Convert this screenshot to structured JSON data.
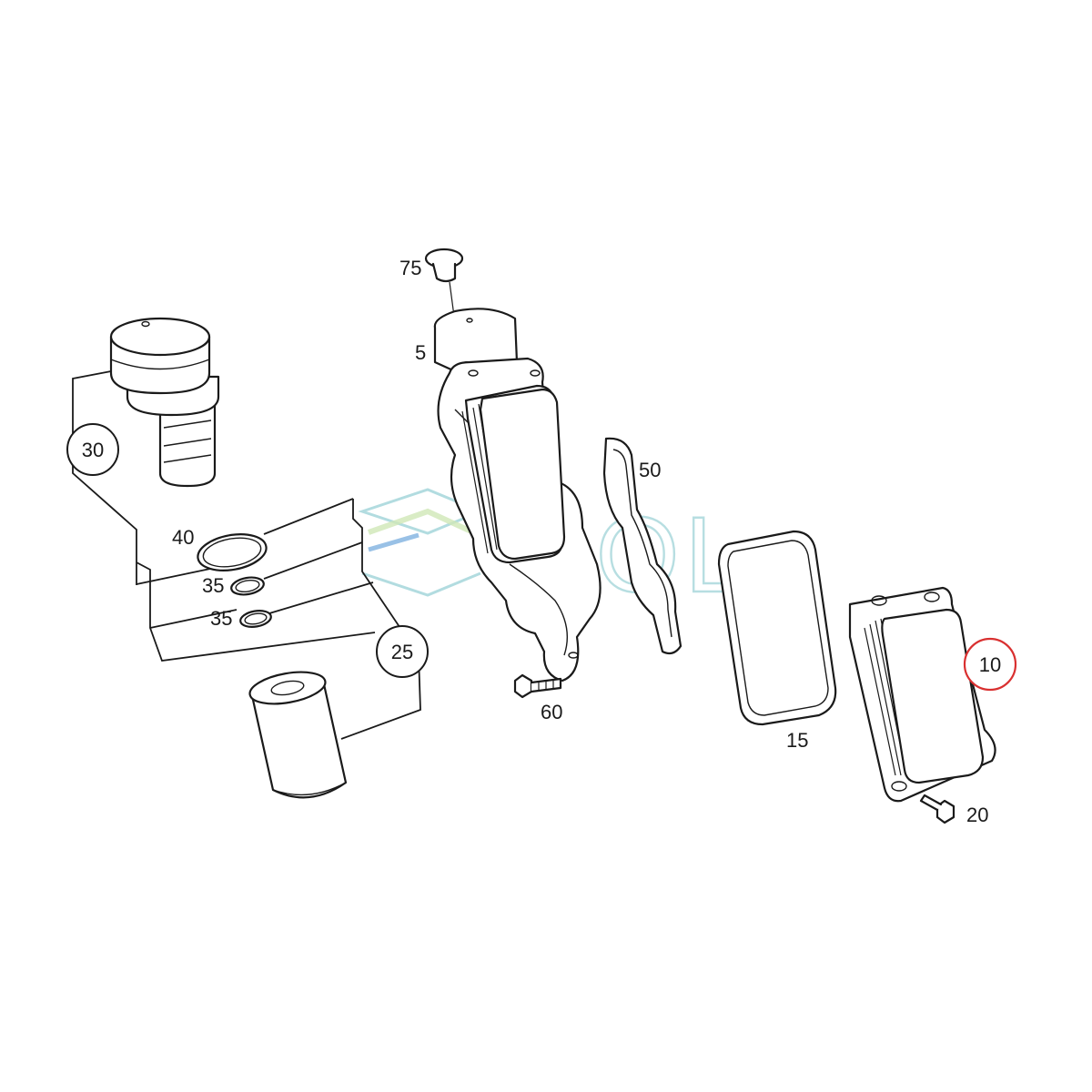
{
  "diagram": {
    "callouts": [
      {
        "id": "75",
        "circled": false
      },
      {
        "id": "5",
        "circled": false
      },
      {
        "id": "30",
        "circled": true
      },
      {
        "id": "50",
        "circled": false
      },
      {
        "id": "40",
        "circled": false
      },
      {
        "id": "35a",
        "text": "35",
        "circled": false
      },
      {
        "id": "35b",
        "text": "35",
        "circled": false
      },
      {
        "id": "25",
        "circled": true
      },
      {
        "id": "10",
        "circled": true,
        "highlight_color": "#d93030"
      },
      {
        "id": "60",
        "circled": false
      },
      {
        "id": "15",
        "circled": false
      },
      {
        "id": "20",
        "circled": false
      }
    ]
  },
  "watermark": {
    "text": "SOL",
    "colors": [
      "#9fd3d8",
      "#cfe7b6",
      "#7fb2e0"
    ]
  },
  "colors": {
    "line": "#1a1a1a",
    "highlight": "#d93030",
    "background": "#ffffff"
  }
}
